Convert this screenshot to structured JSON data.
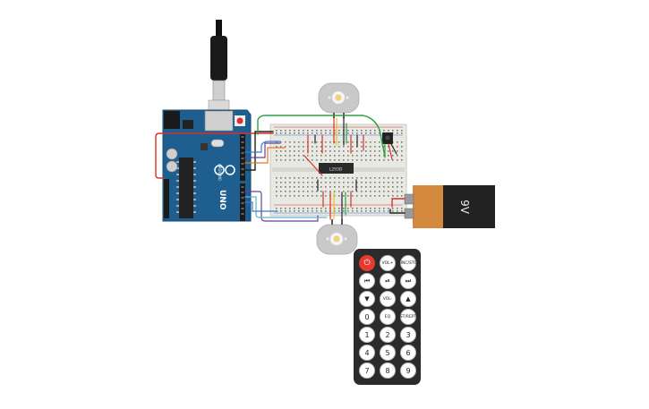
{
  "components": {
    "arduino": {
      "brand": "ARDUINO",
      "model": "UNO",
      "pcb_color": "#1f5f8f"
    },
    "breadboard": {
      "color": "#e9e9e4"
    },
    "motor_driver_chip": {
      "label": "L293D"
    },
    "battery": {
      "label": "9V",
      "color": "#d38a3f"
    },
    "motors": [
      "motor-top",
      "motor-bottom"
    ],
    "ir_receiver": "ir-sensor"
  },
  "remote": {
    "buttons": [
      {
        "name": "power-button",
        "label": "⏻",
        "kind": "power"
      },
      {
        "name": "vol-up-button",
        "label": "VOL+",
        "kind": "small"
      },
      {
        "name": "func-stop-button",
        "label": "FUNC/STOP",
        "kind": "small"
      },
      {
        "name": "prev-button",
        "label": "⏮",
        "kind": "icon"
      },
      {
        "name": "play-pause-button",
        "label": "⏯",
        "kind": "icon"
      },
      {
        "name": "next-button",
        "label": "⏭",
        "kind": "icon"
      },
      {
        "name": "down-button",
        "label": "▼",
        "kind": "icon"
      },
      {
        "name": "vol-down-button",
        "label": "VOL-",
        "kind": "small"
      },
      {
        "name": "up-button",
        "label": "▲",
        "kind": "icon"
      },
      {
        "name": "digit-0-button",
        "label": "0",
        "kind": "digit"
      },
      {
        "name": "eq-button",
        "label": "EQ",
        "kind": "small"
      },
      {
        "name": "st-rept-button",
        "label": "ST/REPT",
        "kind": "small"
      },
      {
        "name": "digit-1-button",
        "label": "1",
        "kind": "digit"
      },
      {
        "name": "digit-2-button",
        "label": "2",
        "kind": "digit"
      },
      {
        "name": "digit-3-button",
        "label": "3",
        "kind": "digit"
      },
      {
        "name": "digit-4-button",
        "label": "4",
        "kind": "digit"
      },
      {
        "name": "digit-5-button",
        "label": "5",
        "kind": "digit"
      },
      {
        "name": "digit-6-button",
        "label": "6",
        "kind": "digit"
      },
      {
        "name": "digit-7-button",
        "label": "7",
        "kind": "digit"
      },
      {
        "name": "digit-8-button",
        "label": "8",
        "kind": "digit"
      },
      {
        "name": "digit-9-button",
        "label": "9",
        "kind": "digit"
      }
    ]
  },
  "wire_colors": {
    "red": "#d9312b",
    "black": "#222222",
    "green": "#2ea043",
    "yellow": "#e8c21a",
    "purple": "#6b3fa0",
    "blue": "#3a7bd5",
    "teal": "#5bb7c9",
    "orange": "#e07a1f"
  }
}
